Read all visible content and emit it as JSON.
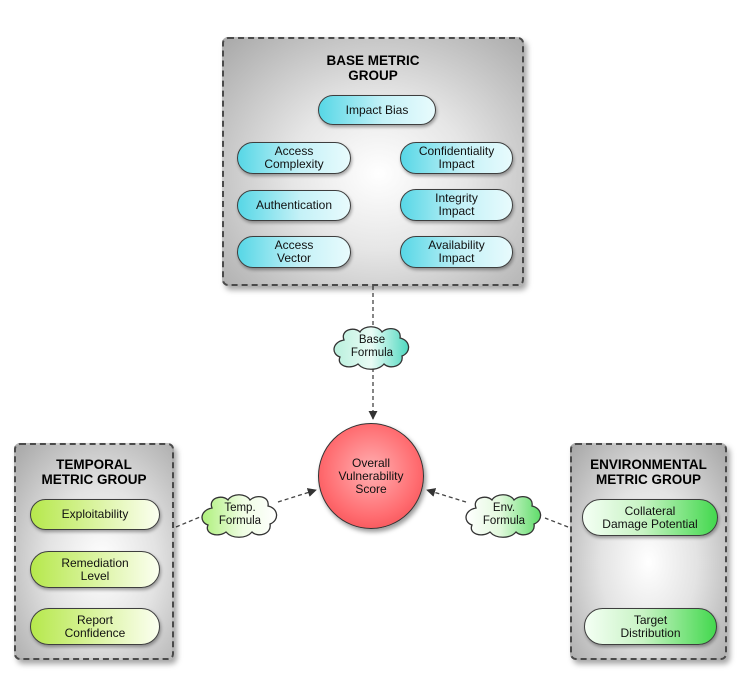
{
  "base_group": {
    "title": "BASE METRIC\nGROUP",
    "metrics": {
      "impact_bias": "Impact Bias",
      "access_complexity": "Access\nComplexity",
      "authentication": "Authentication",
      "access_vector": "Access\nVector",
      "confidentiality_impact": "Confidentiality\nImpact",
      "integrity_impact": "Integrity\nImpact",
      "availability_impact": "Availability\nImpact"
    }
  },
  "temporal_group": {
    "title": "TEMPORAL\nMETRIC GROUP",
    "metrics": {
      "exploitability": "Exploitability",
      "remediation_level": "Remediation\nLevel",
      "report_confidence": "Report\nConfidence"
    }
  },
  "environmental_group": {
    "title": "ENVIRONMENTAL\nMETRIC GROUP",
    "metrics": {
      "collateral_damage_potential": "Collateral\nDamage Potential",
      "target_distribution": "Target\nDistribution"
    }
  },
  "formulas": {
    "base": "Base\nFormula",
    "temporal": "Temp.\nFormula",
    "environmental": "Env.\nFormula"
  },
  "score": "Overall\nVulnerability\nScore",
  "colors": {
    "base_metric": "#57d7e6",
    "temporal_metric": "#b6e84c",
    "environmental_metric": "#43d84e",
    "score": "#ff6c70"
  }
}
